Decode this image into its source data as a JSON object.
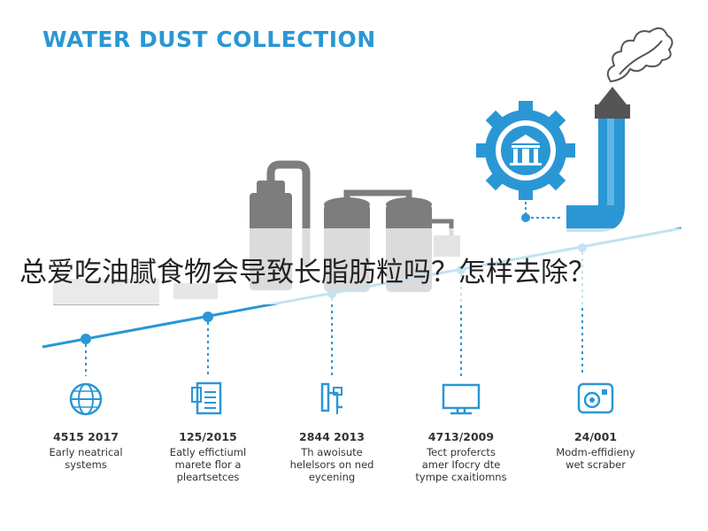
{
  "title": "WATER DUST COLLECTION",
  "banner": "总爱吃油腻食物会导致长脂肪粒吗？怎样去除？",
  "colors": {
    "accent": "#2a97d4",
    "machinery": "#7d7d7d",
    "text": "#333333"
  },
  "stages": [
    {
      "icon": "globe-icon",
      "code": "4515 2017",
      "desc": [
        "Early neatrical",
        "systems"
      ]
    },
    {
      "icon": "document-icon",
      "code": "125/2015",
      "desc": [
        "Eatly effictiuml",
        "marete flor a",
        "pleartsetces"
      ]
    },
    {
      "icon": "pipe-valve-icon",
      "code": "2844 2013",
      "desc": [
        "Th awoisute",
        "helelsors on ned",
        "eycening"
      ]
    },
    {
      "icon": "monitor-icon",
      "code": "4713/2009",
      "desc": [
        "Tect profercts",
        "amer Ifocry dte",
        "tympe cxaitiomns"
      ]
    },
    {
      "icon": "scrubber-icon",
      "code": "24/001",
      "desc": [
        "Modm-effidieny",
        "wet scraber"
      ]
    }
  ]
}
